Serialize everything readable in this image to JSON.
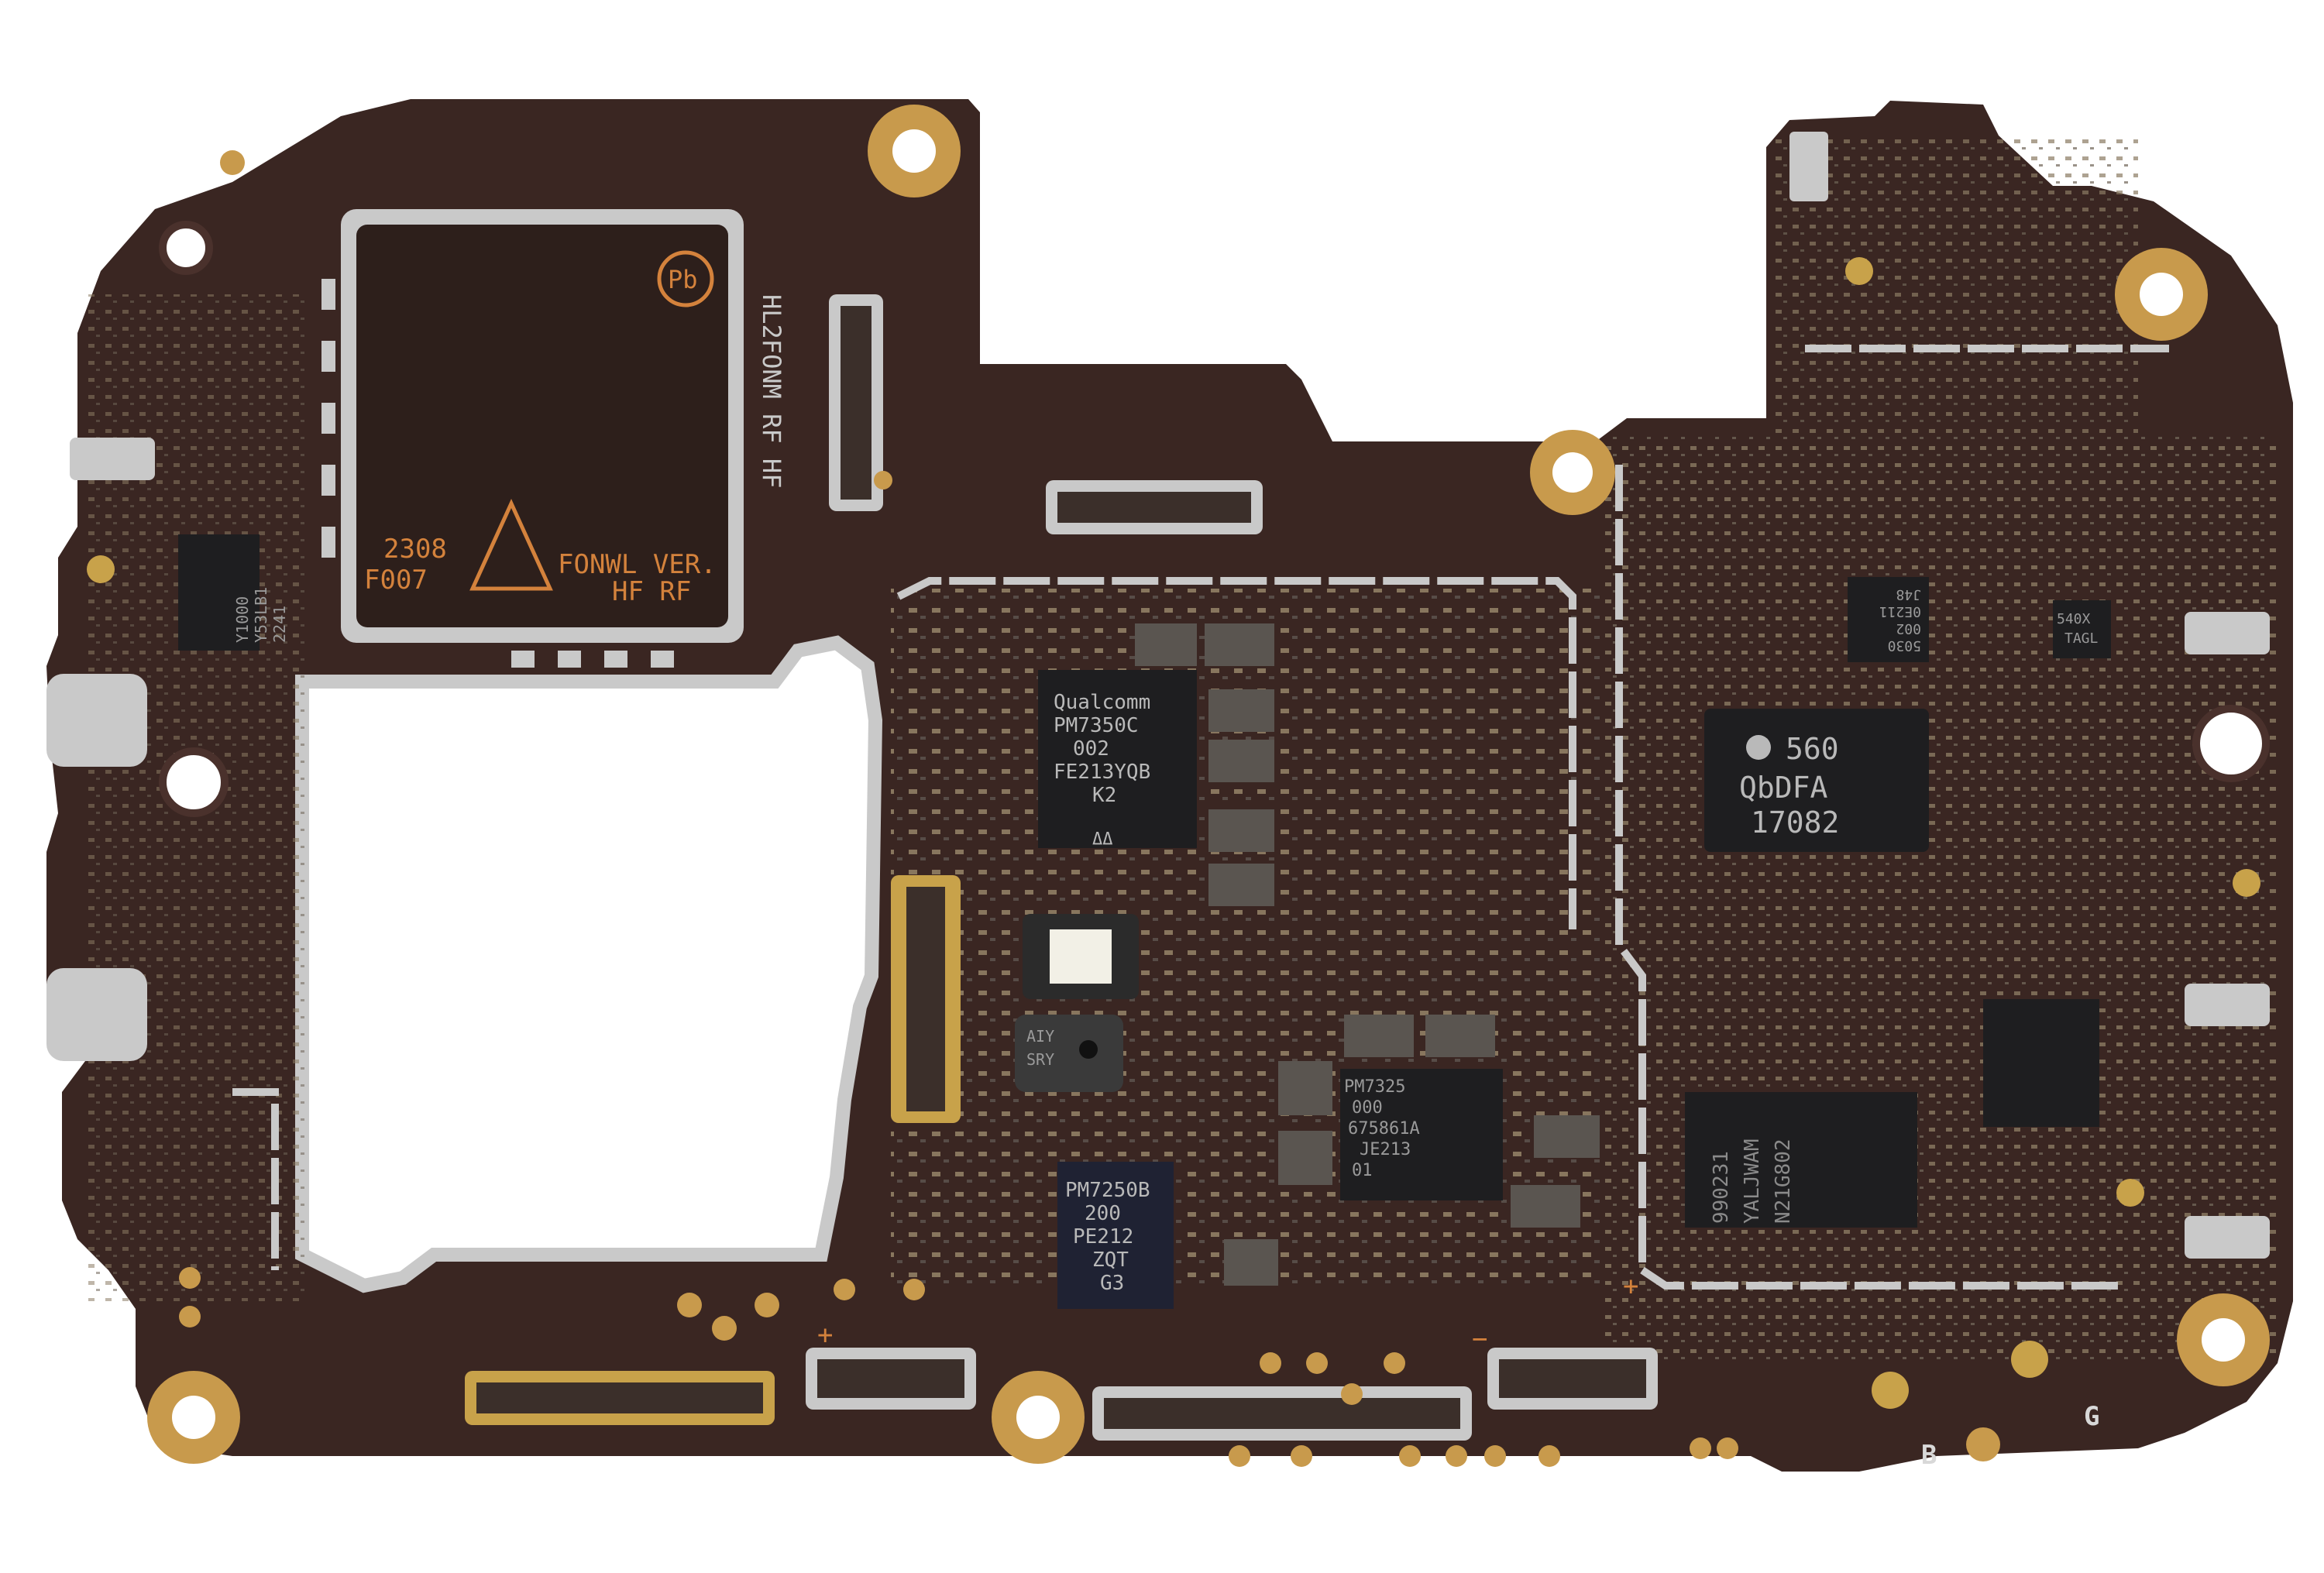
{
  "board": {
    "colors": {
      "substrate": "#3a2622",
      "substrate_dark": "#2a1a17",
      "solder_mask_edge": "#4a312c",
      "gold": "#c89a4c",
      "gold_dark": "#a77a35",
      "silver": "#c9c9c9",
      "chip_black": "#1e1e20",
      "chip_label": "#b9b9b9",
      "component_tan": "#a08a6a",
      "component_gray": "#5a5550",
      "silk_orange": "#d4823c"
    },
    "shield_markings": {
      "code": "2308",
      "sub_code": "F007",
      "version_line1": "FONWL VER.",
      "version_line2": "HF RF",
      "vertical_label": "HL2FONM RF HF",
      "pb_mark": "Pb"
    },
    "chips": {
      "pmic_main": {
        "lines": [
          "Qualcomm",
          "PM7350C",
          "002",
          "FE213YQB",
          "K2",
          "ΔΔ"
        ]
      },
      "pmic_left": {
        "lines": [
          "PM7250B",
          "200",
          "PE212",
          "ZQT",
          "G3"
        ]
      },
      "pmic_center": {
        "lines": [
          "PM7325",
          "000",
          "675861A",
          "JE213",
          "01"
        ]
      },
      "rf_transceiver": {
        "lines": [
          "560",
          "QbDFA",
          "17082"
        ]
      },
      "memory": {
        "lines": [
          "990231",
          "YALJWAM",
          "N21G802"
        ]
      },
      "small_ic_1": {
        "lines": [
          "5030",
          "002",
          "0E211",
          "J48"
        ]
      },
      "small_ic_2": {
        "lines": [
          "540X",
          "TAGL"
        ]
      },
      "small_ic_left": {
        "lines": [
          "Y1000",
          "Y53LB1",
          "2241"
        ]
      },
      "mic_label": {
        "lines": [
          "AIY",
          "SRY"
        ]
      }
    },
    "silkscreen": {
      "marker_b": "B",
      "marker_g": "G",
      "marker_plus_1": "+",
      "marker_plus_2": "+",
      "marker_minus": "−"
    }
  }
}
